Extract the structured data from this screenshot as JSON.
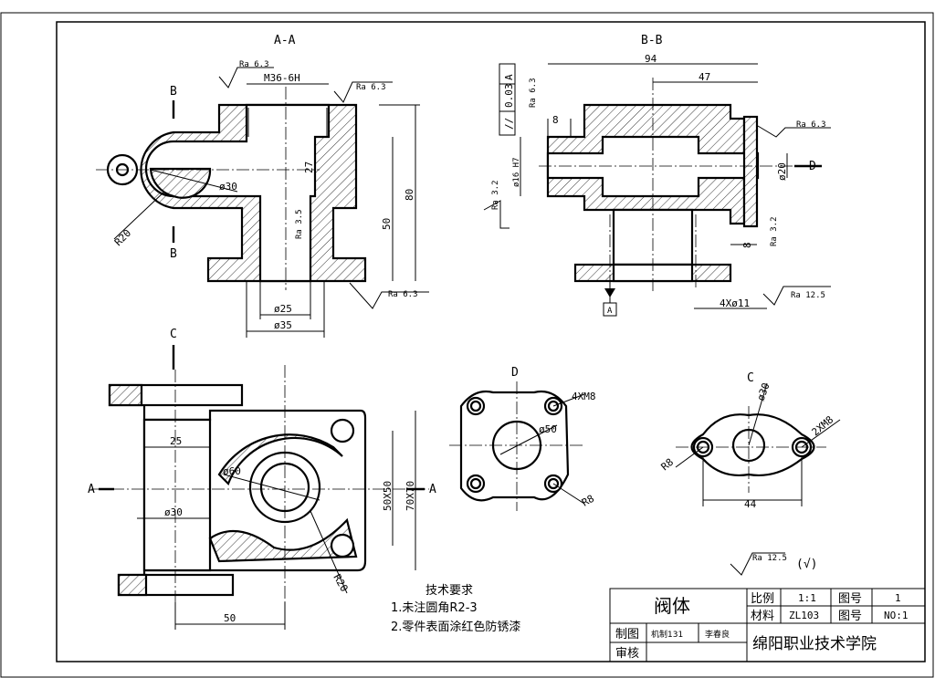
{
  "views": {
    "aa": {
      "label": "A-A",
      "ra_top_left": "Ra 6.3",
      "ra_top_right": "Ra 6.3",
      "ra_bottom": "Ra 6.3",
      "thread": "M36-6H",
      "dim_27": "27",
      "dim_80": "80",
      "dim_50": "50",
      "dim_ra35": "Ra 3.5",
      "dim_d30": "ø30",
      "dim_r20": "R20",
      "dim_d25": "ø25",
      "dim_d35": "ø35",
      "section_b_top": "B",
      "section_b_bottom": "B"
    },
    "bb": {
      "label": "B-B",
      "dim_94": "94",
      "dim_47": "47",
      "dim_8_top": "8",
      "dim_8_bottom": "8",
      "tol_sym": "//",
      "tol_val": "0.03",
      "tol_datum": "A",
      "ra_left": "Ra 6.3",
      "ra_right": "Ra 6.3",
      "ra_side": "Ra 3.2",
      "ra_lower": "Ra 3.2",
      "ra_holes": "Ra 12.5",
      "dim_fit": "ø16 H7",
      "dim_d20": "ø20",
      "dim_4x11": "4Xø11",
      "view_d_arrow": "D",
      "datum_label": "A"
    },
    "plan": {
      "view_c_arrow": "C",
      "dim_25": "25",
      "dim_d60": "ø60",
      "dim_d30": "ø30",
      "dim_50x50": "50X50",
      "dim_70x70": "70X70",
      "dim_r20": "R20",
      "dim_50": "50",
      "section_a_left": "A",
      "section_a_right": "A"
    },
    "d": {
      "label": "D",
      "dim_holes": "4XM8",
      "dim_d50": "ø50",
      "dim_r8": "R8"
    },
    "c": {
      "label": "C",
      "dim_d30": "ø30",
      "dim_holes": "2XM8",
      "dim_r8": "R8",
      "dim_44": "44"
    }
  },
  "roughness_general": {
    "value": "Ra 12.5",
    "other": "(√)"
  },
  "tech": {
    "title": "技术要求",
    "notes": [
      "1.未注圆角R2-3",
      "2.零件表面涂红色防锈漆"
    ]
  },
  "title_block": {
    "part_name": "阀体",
    "scale_label": "比例",
    "scale_value": "1:1",
    "dwg_label": "图号",
    "dwg_value": "1",
    "material_label": "材料",
    "material_value": "ZL103",
    "dwg_label2": "图号",
    "sheet_value": "NO:1",
    "drawn_label": "制图",
    "drawn_class": "机制131",
    "drawn_name": "李春良",
    "check_label": "审核",
    "school": "绵阳职业技术学院"
  }
}
